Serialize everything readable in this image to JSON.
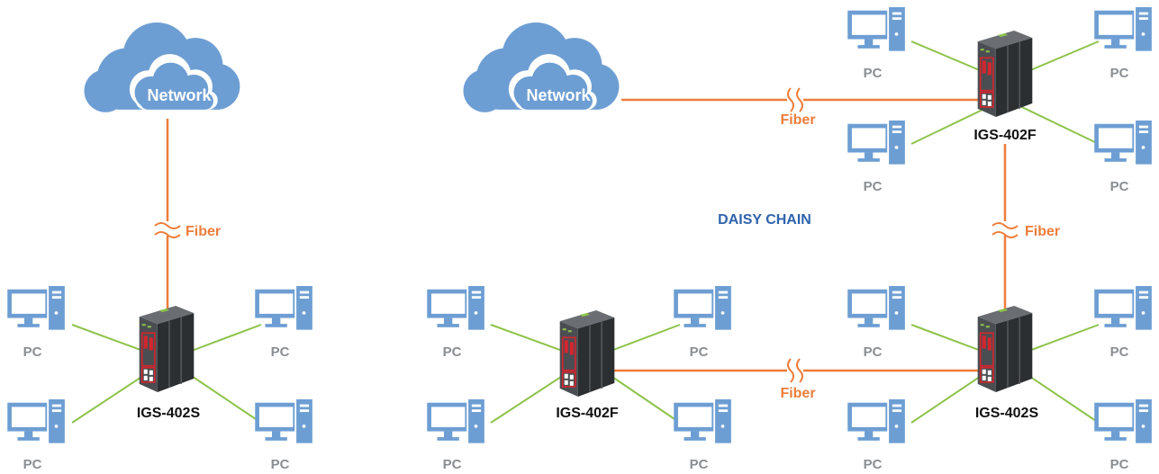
{
  "colors": {
    "fiber": "#ee7d3a",
    "copper": "#8dc34a",
    "cloud": "#6d9ed3",
    "pc": "#6d9ed3",
    "pc_label": "#8a8d91",
    "title": "#2f63ad",
    "switch_body": "#3a3d40",
    "switch_accent": "#d6252d"
  },
  "left": {
    "cloud_label": "Network",
    "fiber_label": "Fiber",
    "switch_label": "IGS-402S",
    "pcs": [
      "PC",
      "PC",
      "PC",
      "PC"
    ]
  },
  "right": {
    "title": "DAISY CHAIN",
    "cloud_label": "Network",
    "fiber_labels": [
      "Fiber",
      "Fiber",
      "Fiber"
    ],
    "switches": [
      {
        "label": "IGS-402F",
        "pcs": [
          "PC",
          "PC",
          "PC",
          "PC"
        ]
      },
      {
        "label": "IGS-402S",
        "pcs": [
          "PC",
          "PC",
          "PC",
          "PC"
        ]
      },
      {
        "label": "IGS-402F",
        "pcs": [
          "PC",
          "PC",
          "PC",
          "PC"
        ]
      }
    ]
  }
}
